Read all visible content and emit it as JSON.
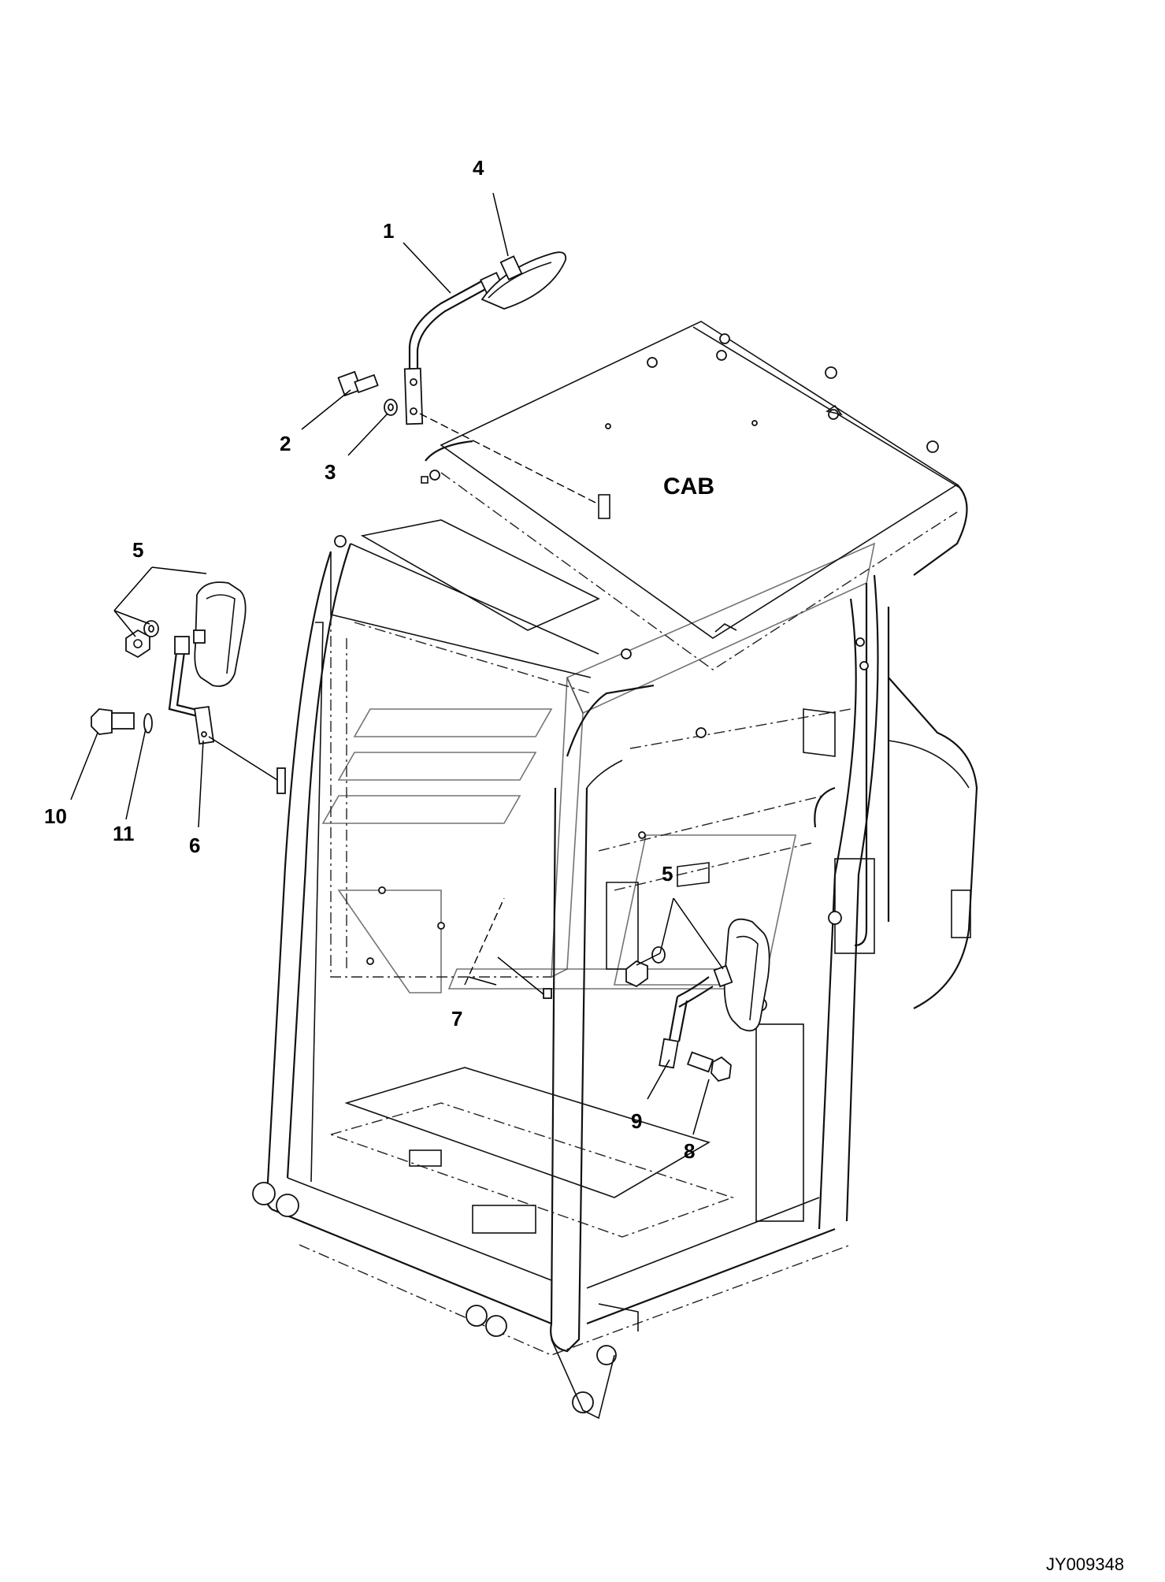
{
  "diagram": {
    "cab_label": "CAB",
    "reference_code": "JY009348",
    "callouts": [
      {
        "id": "4",
        "text": "4"
      },
      {
        "id": "1",
        "text": "1"
      },
      {
        "id": "2",
        "text": "2"
      },
      {
        "id": "3",
        "text": "3"
      },
      {
        "id": "5a",
        "text": "5"
      },
      {
        "id": "10",
        "text": "10"
      },
      {
        "id": "11",
        "text": "11"
      },
      {
        "id": "6",
        "text": "6"
      },
      {
        "id": "5b",
        "text": "5"
      },
      {
        "id": "7",
        "text": "7"
      },
      {
        "id": "9",
        "text": "9"
      },
      {
        "id": "8",
        "text": "8"
      }
    ]
  }
}
